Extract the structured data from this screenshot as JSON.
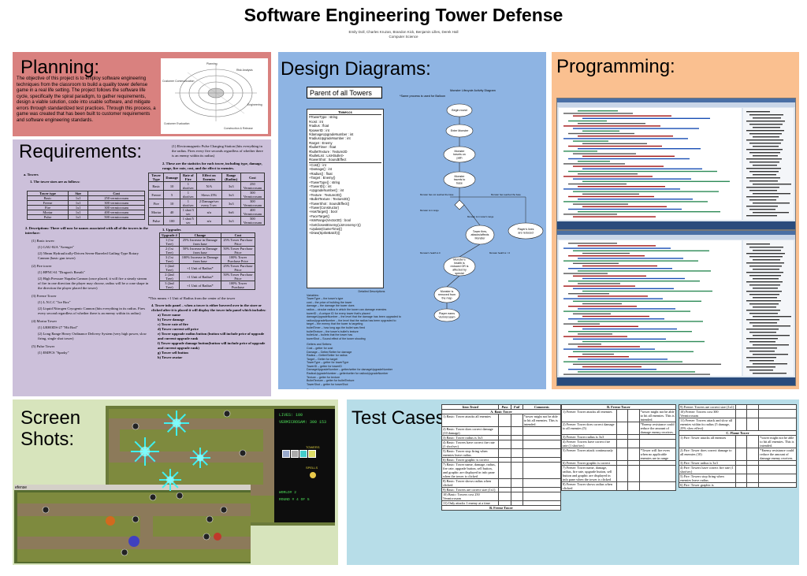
{
  "header": {
    "title": "Software Engineering Tower Defense",
    "authors": "Emily Doll, Charles Kruzan, Brandon Kick, Benjamin Lilles, Derek Hall",
    "department": "Computer Science"
  },
  "planning": {
    "heading": "Planning:",
    "text": "The objective of this project is to employ software engineering techniques from the classroom to build a quality tower defense game in a real life setting. The project follows the software life cycle, specifically the spiral paradigm, to gather requirements, design a viable solution, code into usable software, and mitigate errors through standardized test practices. Through this process, a game was created that has been built to customer requirements and software engineering standards.",
    "diagram_labels": [
      "Planning",
      "Customer Communication",
      "Risk Analysis",
      "Engineering",
      "Customer Evaluation",
      "Construction & Release"
    ]
  },
  "requirements": {
    "heading": "Requirements:",
    "towers_heading": "a.  Towers",
    "sizes_heading": "1.  The tower sizes are as follows:",
    "size_table": {
      "headers": [
        "Tower type",
        "Size",
        "Cost"
      ],
      "rows": [
        [
          "Basic",
          "1x1",
          "250 vermicrosam"
        ],
        [
          "Freeze",
          "1x1",
          "300 vermicrosam"
        ],
        [
          "Fire",
          "1x1",
          "300 vermicrosam"
        ],
        [
          "Mortar",
          "1x1",
          "400 vermicrosam"
        ],
        [
          "Pulse",
          "1x1",
          "500 vermicrosam"
        ]
      ]
    },
    "descriptions_heading": "2.  Descriptions: There will now be names associated with all of the towers in the interface:",
    "tower_list": [
      {
        "name": "(1)  Basic tower:",
        "items": [
          "(1)  GAU-82A \"Avenger\"",
          "(2)  50mm Hydraulically-Driven Seven-Barreled Gatling-Type Rotary Cannon (basic gun tower)"
        ]
      },
      {
        "name": "(2)  Fire tower",
        "items": [
          "(1)  HPNC-61 \"Dragon's Breath\"",
          "(2)  High Pressure Napalm Cannon (once placed, it will fire a steady stream of fire in one direction the player may choose, radius will be a cone shape in the direction the player placed the tower)"
        ]
      },
      {
        "name": "(3)  Freeze Tower",
        "items": [
          "(1)  L.N.C.C \"Ice Box\"",
          "(2)  Liquid Nitrogen Cryogenic Cannon (hits everything in its radius. Fires every second regardless of whether there is an enemy within its radius)"
        ]
      },
      {
        "name": "(4)  Mortar Tower",
        "items": [
          "(1)  LRHODS-27 \"Hit Bod\"",
          "(2)  Long Range Heavy Ordinance Delivery System (very high power, slow firing, single shot tower)"
        ]
      },
      {
        "name": "(5)  Pulse Tower",
        "items": [
          "(1)  EMPCS \"Sparky\""
        ]
      }
    ],
    "pulse_desc": "(1)  Electromagnetic Pulse Charging Station (hits everything in the radius. Fires every five seconds regardless of whether there is an enemy within its radius)",
    "stats_heading": "2.  These are the statistics for each tower, including type, damage, range, fire rate, cost, and the effect to enemies.",
    "stats_table": {
      "headers": [
        "Tower Type",
        "Damage",
        "Rate of Fire",
        "Effect on Enemies",
        "Range (Radius)",
        "Cost"
      ],
      "rows": [
        [
          "Basic",
          "10",
          "1 shot/sec",
          "N/A",
          "3x3",
          "250 Vermicrosam"
        ],
        [
          "Freeze",
          "5",
          "1 shot/sec",
          "Slows 25%",
          "3x3",
          "300 Vermicrosam"
        ],
        [
          "Fire",
          "10",
          "1 shot/sec",
          "2 Damage/sec every 5 sec",
          "3x3",
          "300 Vermicrosam"
        ],
        [
          "Mortar",
          "40",
          "1 shot/3 sec",
          "n/a",
          "6x6",
          "400 Vermicrosam"
        ],
        [
          "Pulse",
          "100",
          "1 shot/5 sec",
          "n/a",
          "3x3",
          "500 Vermicrosam"
        ]
      ]
    },
    "upgrades_heading": "3.  Upgrades",
    "upgrade_table": {
      "headers": [
        "Upgrade #",
        "Change",
        "Cost"
      ],
      "rows": [
        [
          "1 (1st Tree)",
          "25% Increase in Damage from base",
          "25% Tower Purchase Price"
        ],
        [
          "2 (1st Tree)",
          "50% Increase in Damage from base",
          "50% Tower Purchase Price"
        ],
        [
          "3 (1st Tree)",
          "100% Increase in Damage from base",
          "100% Tower Purchase Price"
        ],
        [
          "1 (2nd Tree)",
          "+1 Unit of Radius*",
          "25% Tower Purchase Price"
        ],
        [
          "2 (2nd Tree)",
          "+1 Unit of Radius*",
          "50% Tower Purchase Price"
        ],
        [
          "3 (2nd Tree)",
          "+1 Unit of Radius*",
          "100% Tower Purchase"
        ]
      ]
    },
    "upgrade_note": "*This means +1 Unit of Radius from the center of the tower",
    "info_heading": "4.  Tower info panel – when a tower is either hovered over in the store or clicked after it is placed it will display the tower info panel which includes:",
    "info_items": [
      "a) Tower name",
      "b) Tower damage",
      "c) Tower rate of fire",
      "d) Tower current sell price",
      "e) Tower upgrade radius button (button will include price of upgrade and current upgrade rank",
      "f) Tower upgrade damage button(button will include price of upgrade and current upgrade rank)",
      "g) Tower sell button",
      "h) Tower avatar"
    ]
  },
  "design": {
    "heading": "Design Diagrams:",
    "parent_label": "Parent of all Towers",
    "note": "*Same process is used for Balloon",
    "class_name": "Tower.cs",
    "fields": [
      "#TowerType : string",
      "#cost : int",
      "#radius : float",
      "#powerID : int",
      "#damageUpgradeNumber : int",
      "#radiusUpgradeNumber : int",
      "#target : Enemy",
      "#bulletTimer : float",
      "#bulletTexture : Texture2D",
      "#bulletList : List<Bullet>",
      "#towerShot : SoundEffect"
    ],
    "methods": [
      "+Cost() : int",
      "+Damage() : int",
      "+Radius() : float",
      "+Target : Enemy()",
      "+TowerType() : string",
      "+TowerID() : int",
      "+UpgradeNumber() : int",
      "+Texture : Texture2D()",
      "+BulletTexture : Texture2D()",
      "+TowerShot : SoundEffect()",
      "+Tower(Constructor)",
      "+HasTarget() : bool",
      "+FaceTarget()",
      "+IsInRange(Vector2D) : bool",
      "+GetClosestEnemy(List<enemy>)()",
      "+Update(GameTime)()",
      "+Draw(SpriteBatch)()"
    ],
    "desc_title": "Detailed Descriptions",
    "desc_lines": [
      "Variables:",
      "TowerType – the tower's type",
      "cost – the price of building the tower",
      "damage – the damage the tower does",
      "radius – circular radius in which the tower can damage enemies",
      "towerID – A unique ID for every tower that's placed",
      "damageUpgradeNumber – the level that the damage has been upgraded to",
      "radiusUpgradeNumber – the level that the radius has been upgraded to",
      "target – the enemy that the tower is targeting",
      "bulletTimer – how long ago the bullet was fired",
      "bulletTexture – the tower's bullet's texture",
      "bulletList – bullets that the tower has",
      "towerShot – Sound effect of the tower shooting",
      "",
      "Getters and Setters:",
      "Cost – getter for cost",
      "Damage – Getter/Setter for damage",
      "Radius – Getter/Setter for radius",
      "Target – Getter for target",
      "TowerType – getter for towerType",
      "TowerID – getter for towerID",
      "DamageUpgradeNumber – getter/setter for damageUpgradeNumber",
      "RadiusUpgradeNumber – getter/setter for radiusUpgradeNumber",
      "Texture – getter for texture",
      "BulletTexture – getter for bulletTexture",
      "TowerShot – getter for towerShot",
      "",
      "Constructors:",
      "Tower – texture, bulletTexture, position, towerType, towerID, towerShot)",
      "",
      "Methods:",
      "HasTarget – checks if the tower has a target",
      "FaceTarget – rotates the tower to face the enemy",
      "IsInRange – Checks enemies position, returns true if it is in range",
      "GetClosestEnemy – Gets the enemy whose position is closest to the tower",
      "Update – Updates the tower",
      "Draw – draws the tower and bullets to the screen"
    ],
    "activity_title": "Monster Lifecycle Activity Diagram",
    "activity_nodes": [
      "Begin round",
      "Enter Monster",
      "Monster travels on path",
      "Monster travels to base",
      "Tower fires, attacks/affects Monster",
      "Monster's health is reduced OR is affected by special",
      "Monster is removed from the map",
      "Player earns Vermicrosam",
      "Player's lives are reduced"
    ],
    "activity_edges": [
      "Monster has not reached the base",
      "Monster has reached the base",
      "Monster is in range",
      "Monster is in tower's range",
      "Monster's health is 0",
      "Monster health is > 0"
    ]
  },
  "programming": {
    "heading": "Programming:"
  },
  "screens": {
    "heading_line1": "Screen",
    "heading_line2": "Shots:",
    "hud": {
      "lives": "LIVES: 100",
      "money": "VERMICROSAM: 300 153",
      "towers_label": "TOWERS",
      "spells_label": "SPELLS",
      "world": "WORLD# 2",
      "round": "ROUND # 4 OF 5"
    },
    "window_title": "efense"
  },
  "tests": {
    "heading": "Test Cases:",
    "headers": [
      "Item Tested",
      "Pass",
      "Fail",
      "Comments"
    ],
    "col1": [
      {
        "t": "A. Basic Tower",
        "h": true
      },
      {
        "t": "1) Basic: Tower attacks all enemies",
        "c": "*tower might not be able to hit all enemies. This is intended."
      },
      {
        "t": "2) Basic: Tower does correct damage (10 damage)"
      },
      {
        "t": "3) Basic: Tower radius is 3x3"
      },
      {
        "t": "4) Basic: Towers have correct fire rate (1 shot/sec)"
      },
      {
        "t": "5) Basic: Tower stop firing when enemies leave radius"
      },
      {
        "t": "6) Basic: Tower graphic is correct"
      },
      {
        "t": "7) Basic: Tower name, damage, radius, fire rate, upgrade button, sell button, and graphic are displayed in info pane when the tower is clicked"
      },
      {
        "t": "8) Basic: Tower shows radius when clicked"
      },
      {
        "t": "9) Basic: Towers are correct size (1x1)"
      },
      {
        "t": "10) Basic: Towers cost 250 Vermicrosam"
      },
      {
        "t": "11) Only attacks 1 enemy at a time"
      },
      {
        "t": "B. Freeze Tower",
        "h": true
      }
    ],
    "col2": [
      {
        "t": "B. Freeze Tower",
        "h": true
      },
      {
        "t": "1) Freeze: Tower attacks all enemies",
        "c": "*tower might not be able to hit all enemies. This is intended."
      },
      {
        "t": "2) Freeze: Tower does correct damage to all enemies (5)",
        "c": "*Enemy resistance could reduce the amount of damage enemy receives."
      },
      {
        "t": "3) Freeze: Tower radius is 3x3"
      },
      {
        "t": "4) Freeze: Towers have correct fire rate (1 shot/sec)"
      },
      {
        "t": "5) Freeze: Tower attack continuously",
        "c": "*Tower will fire even when no applicable enemies are in range"
      },
      {
        "t": "6) Freeze: Tower graphic is correct"
      },
      {
        "t": "7) Freeze: Tower name, damage, radius, fire rate, upgrade button, sell button and graphic are displayed in info pane when the tower is clicked"
      },
      {
        "t": "8) Freeze: Tower shows radius when clicked"
      }
    ],
    "col3": [
      {
        "t": "9) Freeze: Towers are correct size (1x1)"
      },
      {
        "t": "10) Freeze: Towers cost 300 Vermicrosam"
      },
      {
        "t": "11) Freeze: Towers attack and slow all enemies within its radius (5 damage, 25% slow effect)"
      },
      {
        "t": "C. Flame Tower",
        "h": true
      },
      {
        "t": "1) Fire: Tower attacks all enemies",
        "c": "*tower might not be able to hit all enemies. This is intended."
      },
      {
        "t": "2) Fire: Tower does correct damage to all enemies (10)",
        "c": "*Enemy resistance could reduce the amount of damage enemy receives."
      },
      {
        "t": "3) Fire: Tower radius is 3x3"
      },
      {
        "t": "4) Fire: Towers have correct fire rate (1 shot/sec)"
      },
      {
        "t": "5) Fire: Towers stop firing when enemies leave radius"
      },
      {
        "t": "6) Fire: Tower graphic is"
      }
    ]
  }
}
